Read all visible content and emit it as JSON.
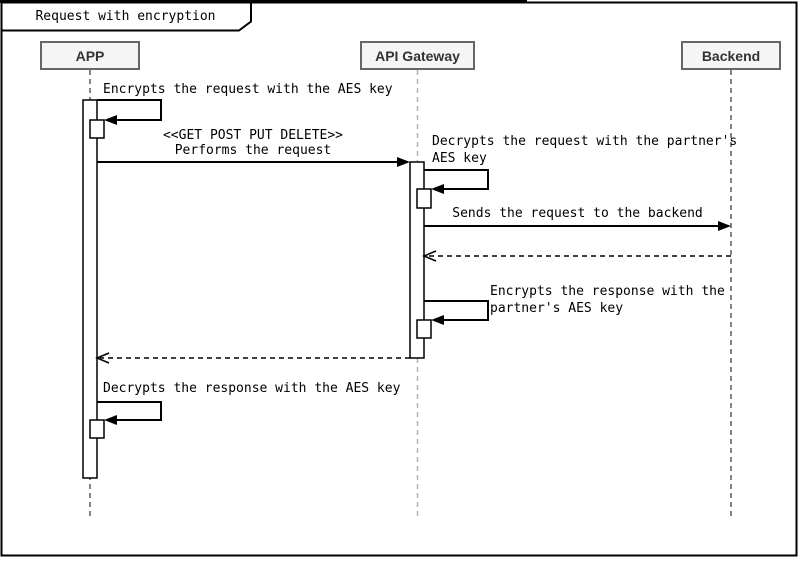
{
  "frame": {
    "title": "Request with encryption",
    "type": "uml-sequence-diagram"
  },
  "participants": [
    {
      "label": "APP"
    },
    {
      "label": "API Gateway"
    },
    {
      "label": "Backend"
    }
  ],
  "messages": [
    {
      "type": "self-message",
      "from": "APP",
      "to": "APP",
      "lines": [
        "Encrypts the request with the AES key"
      ]
    },
    {
      "type": "sync-request",
      "from": "APP",
      "to": "API Gateway",
      "lines": [
        "<<GET POST PUT DELETE>>",
        "Performs the request"
      ]
    },
    {
      "type": "self-message",
      "from": "API Gateway",
      "to": "API Gateway",
      "lines": [
        "Decrypts the request with the partner's",
        "AES key"
      ]
    },
    {
      "type": "sync-request",
      "from": "API Gateway",
      "to": "Backend",
      "lines": [
        "Sends the request to the backend"
      ]
    },
    {
      "type": "dashed-return",
      "from": "Backend",
      "to": "API Gateway",
      "lines": []
    },
    {
      "type": "self-message",
      "from": "API Gateway",
      "to": "API Gateway",
      "lines": [
        "Encrypts the response with the",
        "partner's AES key"
      ]
    },
    {
      "type": "dashed-return",
      "from": "API Gateway",
      "to": "APP",
      "lines": []
    },
    {
      "type": "self-message",
      "from": "APP",
      "to": "APP",
      "lines": [
        "Decrypts the response with the AES key"
      ]
    }
  ],
  "colors": {
    "background": "#ffffff",
    "frame_border": "#000000",
    "participant_fill": "#f5f5f5",
    "participant_border": "#666666",
    "message_line": "#000000",
    "lifeline_dark": "#5b5b5b",
    "lifeline_light": "#b3b3b3"
  }
}
